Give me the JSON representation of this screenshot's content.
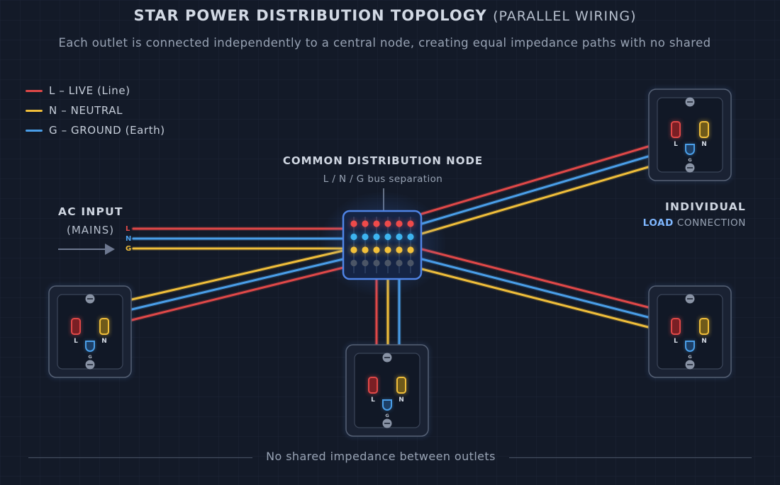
{
  "header": {
    "title": "STAR POWER DISTRIBUTION TOPOLOGY",
    "title_suffix": "(PARALLEL WIRING)",
    "subtitle": "Each outlet is connected independently to a central node, creating equal impedance paths with no shared"
  },
  "legend": [
    {
      "label": "L – LIVE (Line)",
      "color": "#e04848"
    },
    {
      "label": "N – NEUTRAL",
      "color": "#f0be3a"
    },
    {
      "label": "G – GROUND (Earth)",
      "color": "#4a9ee8"
    }
  ],
  "node": {
    "title": "COMMON DISTRIBUTION NODE",
    "subtitle": "L / N / G bus separation",
    "terminal_colors": [
      "#ef4a4a",
      "#3db4f0",
      "#f2c03a",
      "#4b5566"
    ],
    "terminals_per_row": 6
  },
  "ac_input": {
    "title": "AC INPUT",
    "subtitle": "(MAINS)",
    "letters": [
      "L",
      "N",
      "G"
    ]
  },
  "load": {
    "title": "INDIVIDUAL",
    "accent": "LOAD",
    "rest": "CONNECTION"
  },
  "outlet_labels": {
    "live": "L",
    "neutral": "N",
    "ground": "G"
  },
  "outlet_count": 4,
  "footer": "No shared impedance between outlets"
}
